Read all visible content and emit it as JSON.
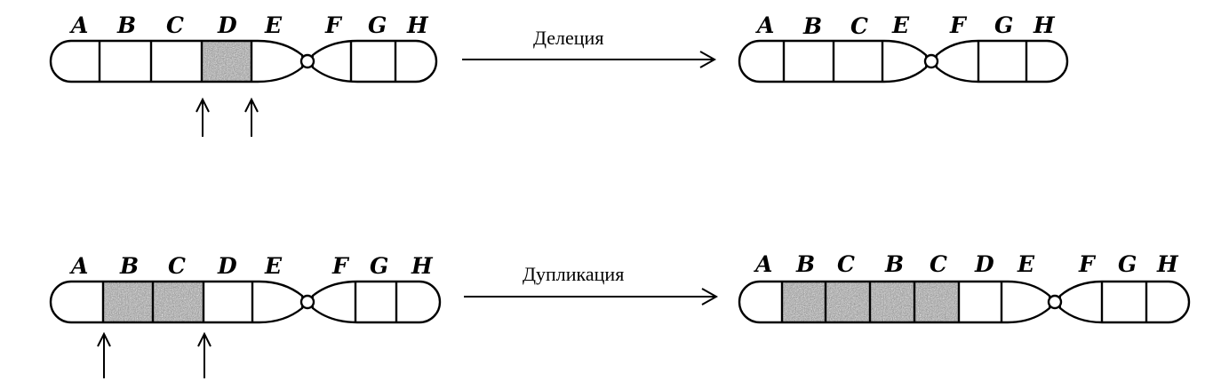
{
  "title": "",
  "shaded_color": "#9a9a9a",
  "rows": [
    {
      "process": "Делеция",
      "before": {
        "genes": [
          "A",
          "B",
          "C",
          "D",
          "E",
          "F",
          "G",
          "H"
        ],
        "shaded": [
          "D"
        ],
        "break_arrows": 2
      },
      "after": {
        "genes": [
          "A",
          "B",
          "C",
          "E",
          "F",
          "G",
          "H"
        ],
        "shaded": []
      }
    },
    {
      "process": "Дупликация",
      "before": {
        "genes": [
          "A",
          "B",
          "C",
          "D",
          "E",
          "F",
          "G",
          "H"
        ],
        "shaded": [
          "B",
          "C"
        ],
        "break_arrows": 2
      },
      "after": {
        "genes": [
          "A",
          "B",
          "C",
          "B",
          "C",
          "D",
          "E",
          "F",
          "G",
          "H"
        ],
        "shaded_indices": [
          1,
          2,
          3,
          4
        ]
      }
    }
  ]
}
